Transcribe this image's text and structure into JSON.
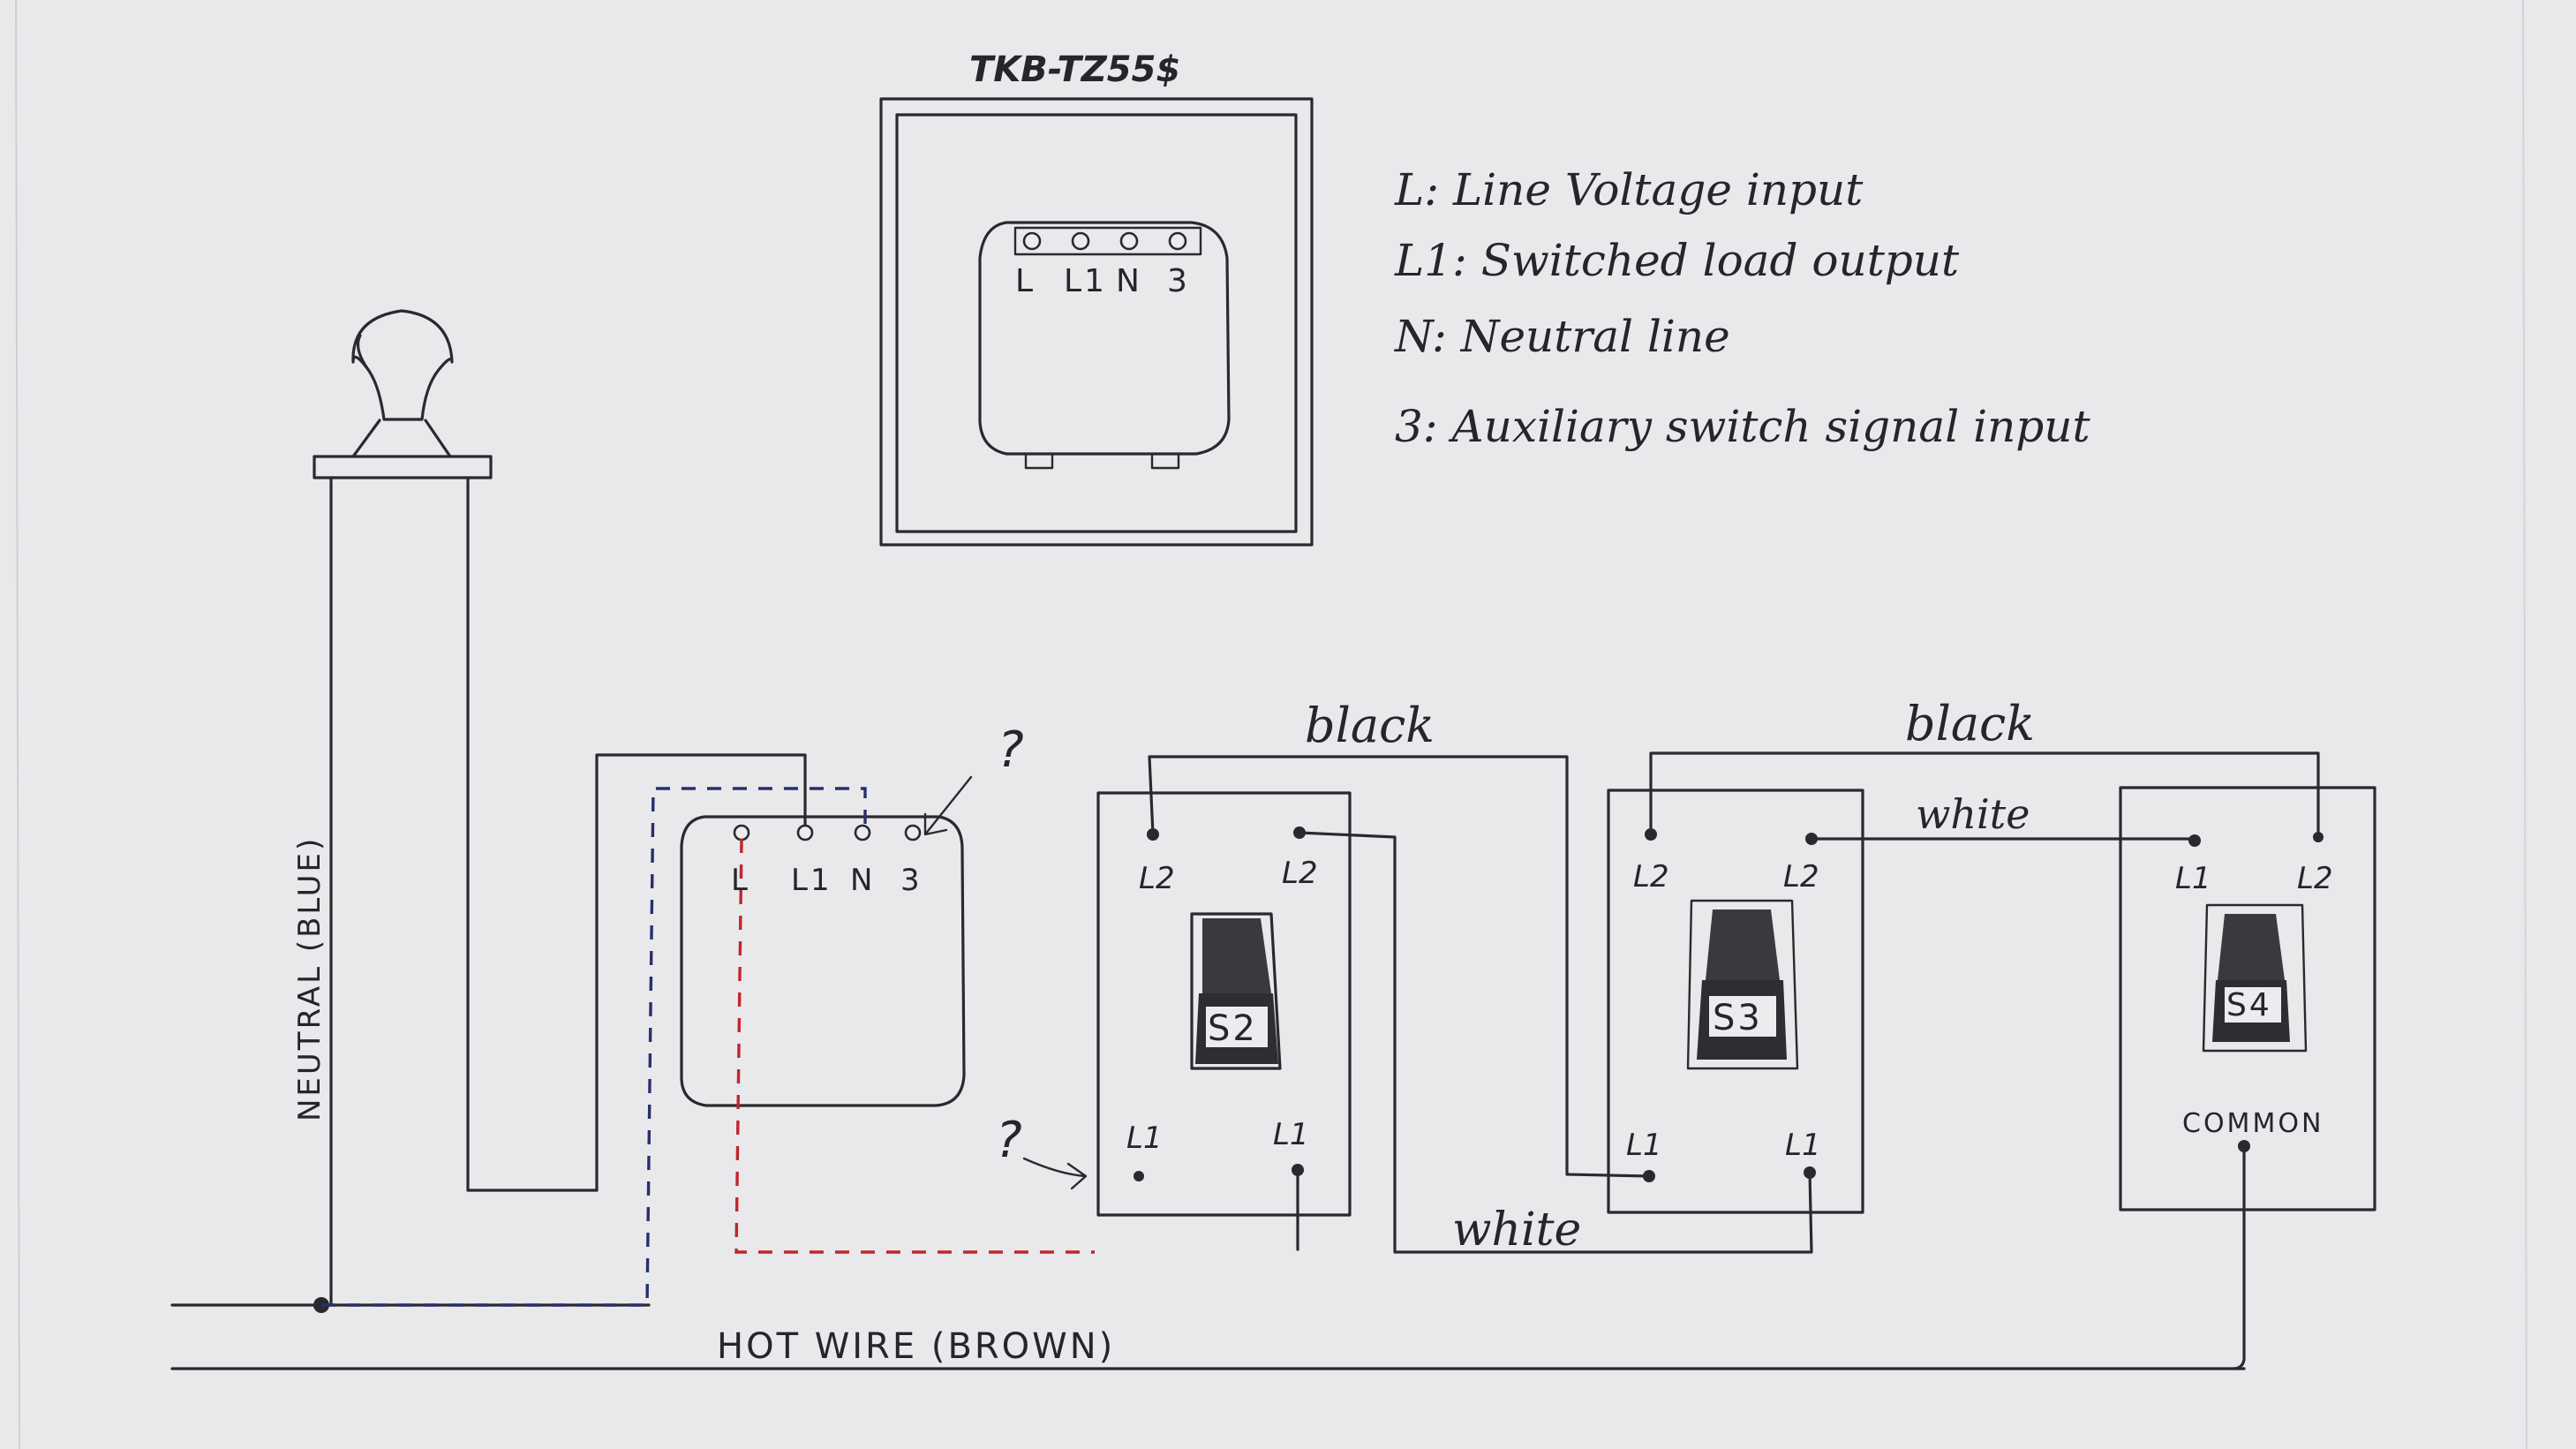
{
  "module": {
    "title": "TKB-TZ55$",
    "terminals": [
      "L",
      "L1",
      "N",
      "3"
    ]
  },
  "legend": [
    "L: Line Voltage input",
    "L1: Switched load output",
    "N: Neutral line",
    "3: Auxiliary switch signal input"
  ],
  "wires": {
    "neutral": "NEUTRAL (BLUE)",
    "hot": "HOT WIRE (BROWN)",
    "black_1": "black",
    "black_2": "black",
    "white_1": "white",
    "white_2": "white"
  },
  "switches": [
    {
      "name": "S2",
      "top": [
        "L2",
        "L2"
      ],
      "bottom": [
        "L1",
        "L1"
      ]
    },
    {
      "name": "S3",
      "top": [
        "L2",
        "L2"
      ],
      "bottom": [
        "L1",
        "L1"
      ]
    },
    {
      "name": "S4",
      "top": [
        "L1",
        "L2"
      ],
      "bottom": [
        "COMMON"
      ]
    }
  ],
  "question_marks": [
    "?",
    "?"
  ],
  "colors": {
    "ink": "#2a2a2e",
    "neutral_dashed": "#27306e",
    "hot_dashed": "#c0262d",
    "paper": "#e9e9eb"
  }
}
